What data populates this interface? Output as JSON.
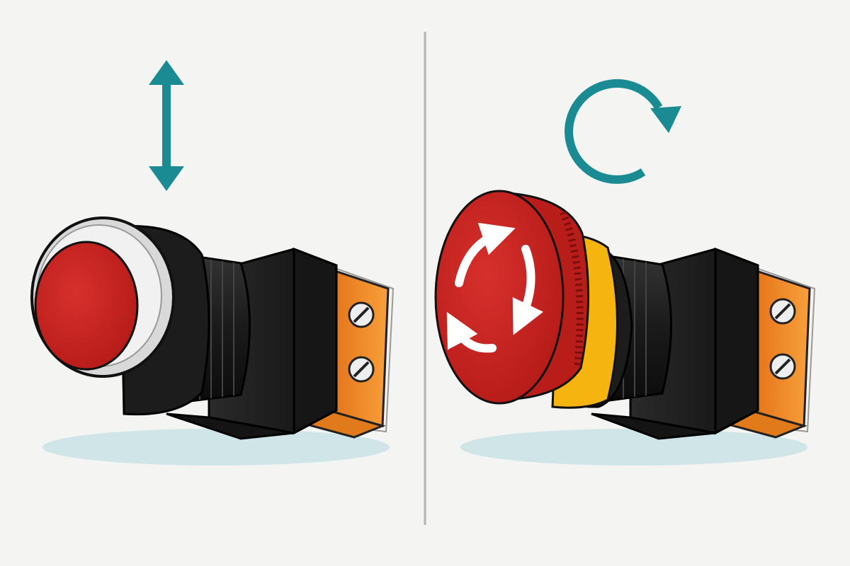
{
  "panels": [
    {
      "id": "left",
      "device": "flush-push-button",
      "motion": "push-pull-arrow-icon"
    },
    {
      "id": "right",
      "device": "twist-release-mushroom-emergency-stop",
      "motion": "rotate-clockwise-icon"
    }
  ],
  "colors": {
    "background": "#f4f4f2",
    "divider": "#b5b5b5",
    "arrow": "#1a8a93",
    "button_red": "#c8201e",
    "body_black": "#1d1d1d",
    "terminal_orange": "#f28a1c",
    "collar_yellow": "#f5b40f",
    "bezel_silver": "#d9d9d9",
    "shadow": "#cfe5e8"
  }
}
